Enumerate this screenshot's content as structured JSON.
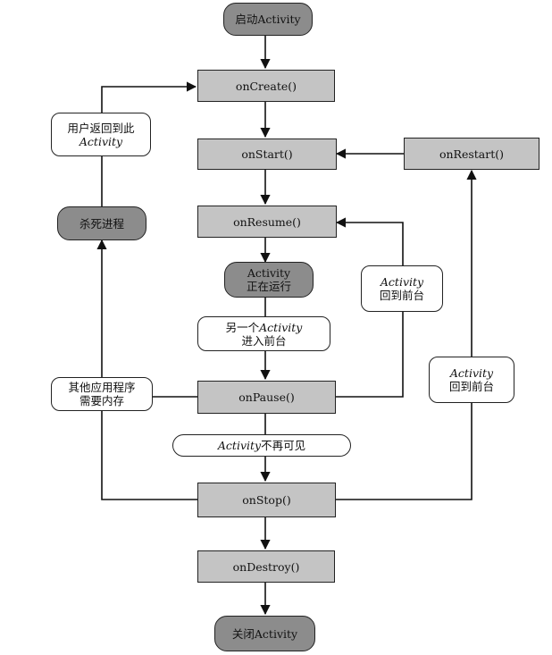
{
  "diagram": {
    "start": "启动Activity",
    "running": {
      "line1": "Activity",
      "line2": "正在运行"
    },
    "end": "关闭Activity",
    "kill": "杀死进程",
    "methods": {
      "onCreate": "onCreate()",
      "onStart": "onStart()",
      "onRestart": "onRestart()",
      "onResume": "onResume()",
      "onPause": "onPause()",
      "onStop": "onStop()",
      "onDestroy": "onDestroy()"
    },
    "notes": {
      "user_return": {
        "line1": "用户返回到此",
        "line2": "Activity"
      },
      "back_front_resume": {
        "line1": "Activity",
        "line2": "回到前台"
      },
      "other_activity": {
        "line1_a": "另一个",
        "line1_b": "Activity",
        "line2": "进入前台"
      },
      "memory_needed": {
        "line1": "其他应用程序",
        "line2": "需要内存"
      },
      "back_front_restart": {
        "line1": "Activity",
        "line2": "回到前台"
      },
      "not_visible": {
        "part1": "Activity",
        "part2": "不再可见"
      }
    },
    "colors": {
      "method_fill": "#c4c4c4",
      "state_fill": "#8c8c8c",
      "line": "#111111"
    }
  }
}
